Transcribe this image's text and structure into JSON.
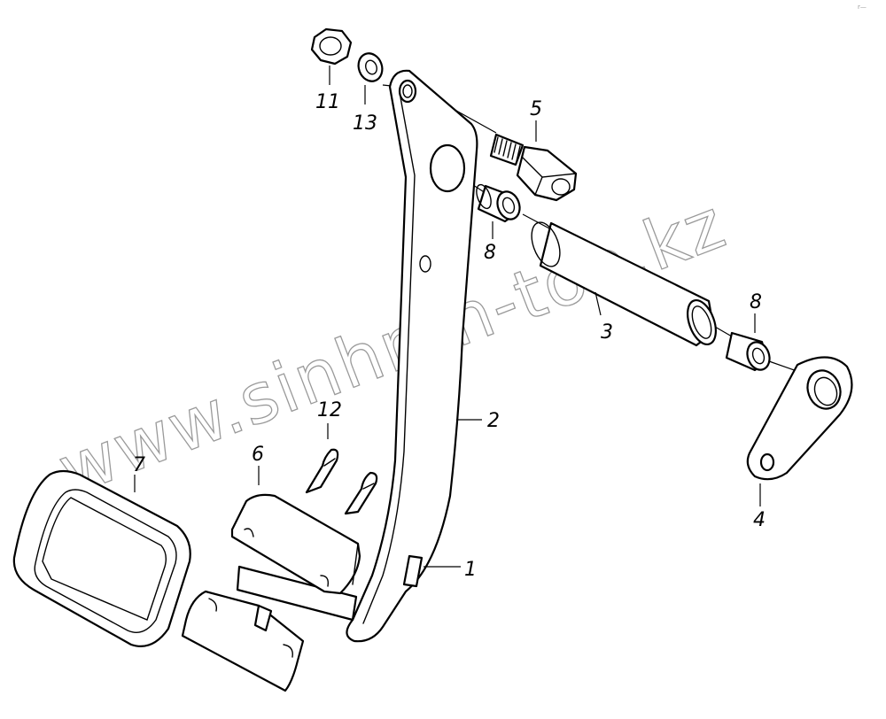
{
  "diagram": {
    "kind": "exploded parts view - pedal assembly",
    "watermark": "www.sinhron-too.kz",
    "corner_mark": "r—",
    "callouts": {
      "part_1": "1",
      "part_2": "2",
      "part_3": "3",
      "part_4": "4",
      "part_5": "5",
      "part_6": "6",
      "part_7": "7",
      "part_8a": "8",
      "part_8b": "8",
      "part_11": "11",
      "part_12": "12",
      "part_13": "13"
    },
    "colors": {
      "line": "#000000",
      "background": "#ffffff",
      "watermark": "#9a9a9a"
    }
  }
}
